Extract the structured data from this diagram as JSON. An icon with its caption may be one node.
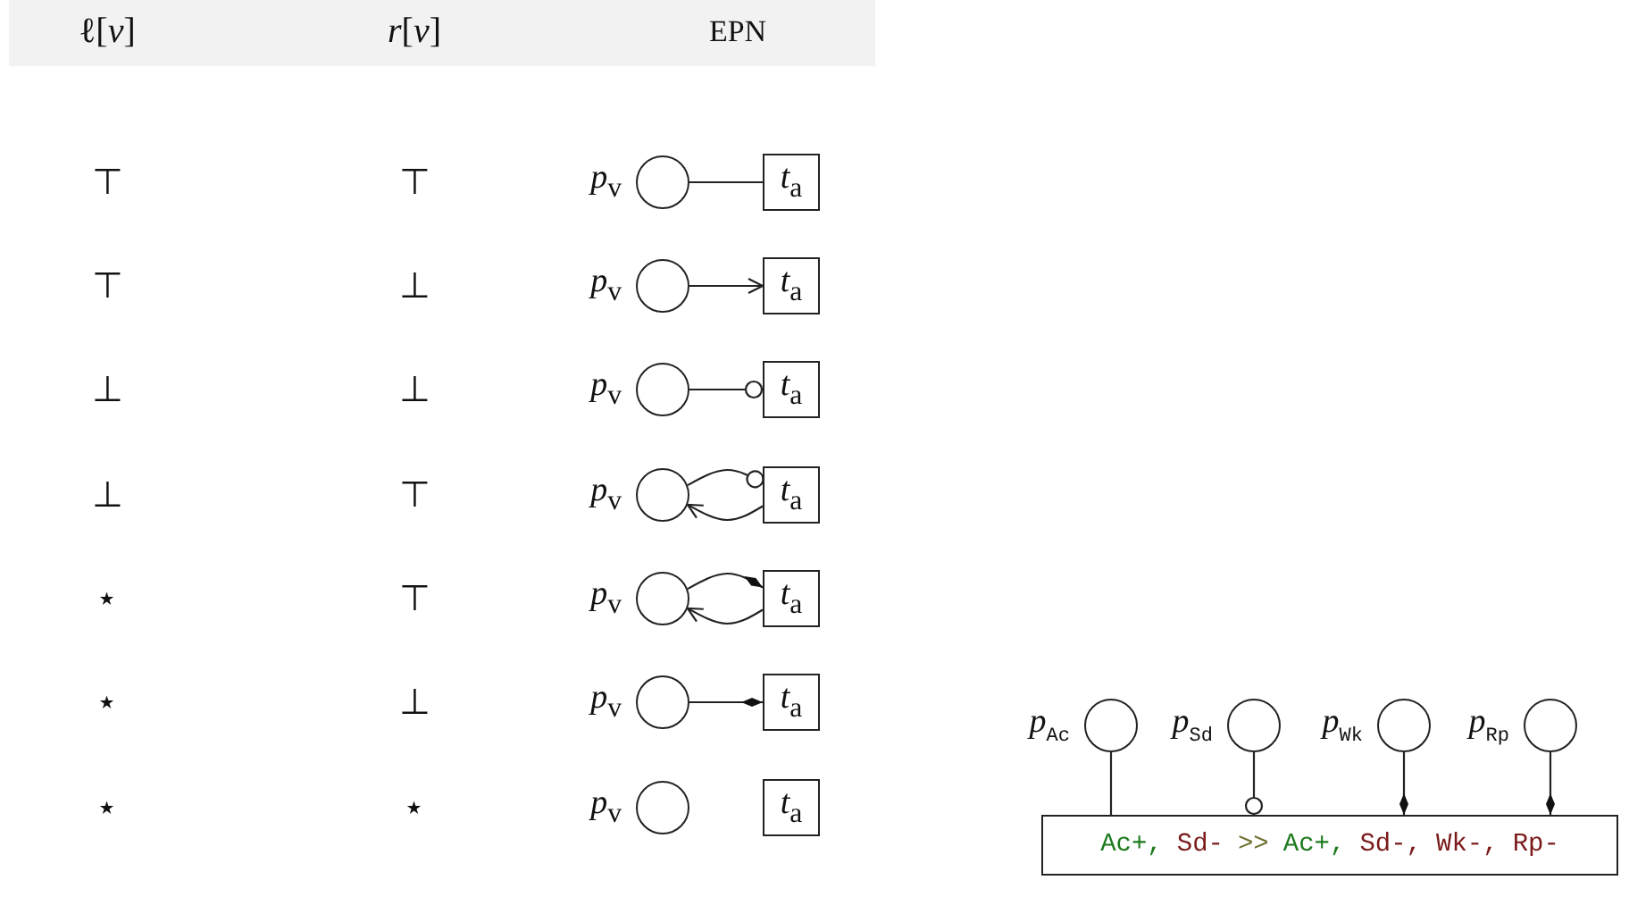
{
  "diagram": {
    "nodes": [
      {
        "text": [],
        "shape": "circle",
        "beside": [
          "*p*$_{v}$"
        ]
      },
      {
        "text": [
          "*t*$_{a}$"
        ]
      },
      {
        "text": [],
        "shape": "circle",
        "beside": [
          "*p*$_{v}$"
        ]
      },
      {
        "text": [
          "*t*$_{a}$"
        ]
      },
      {
        "text": [],
        "shape": "circle",
        "beside": [
          "*p*$_{v}$"
        ]
      },
      {
        "text": [
          "*t*$_{a}$"
        ]
      },
      {
        "text": [],
        "shape": "circle",
        "beside": [
          "*p*$_{v}$"
        ]
      },
      {
        "text": [
          "*t*$_{a}$"
        ]
      },
      {
        "text": [],
        "shape": "circle",
        "beside": [
          "*p*$_{v}$"
        ]
      },
      {
        "text": [
          "*t*$_{a}$"
        ]
      },
      {
        "text": [],
        "shape": "circle",
        "beside": [
          "*p*$_{v}$"
        ]
      },
      {
        "text": [
          "*t*$_{a}$"
        ]
      },
      {
        "text": [],
        "shape": "circle",
        "beside": [
          "*p*$_{v}$"
        ]
      },
      {
        "text": [
          "*t*$_{a}$"
        ]
      },
      {
        "text": [],
        "shape": "circle",
        "beside": [
          "*p*$_{Ac}$"
        ]
      },
      {
        "text": [],
        "shape": "circle",
        "beside": [
          "*p*$_{Sd}$"
        ]
      },
      {
        "text": [],
        "shape": "circle",
        "beside": [
          "*p*$_{Wk}$"
        ]
      },
      {
        "text": [],
        "shape": "circle",
        "beside": [
          "*p*$_{Rp}$"
        ]
      },
      {
        "text": [
          "Ac+,",
          "Sd-",
          ">>",
          "Ac+,",
          "Sd-,",
          "Wk-,",
          "Rp-"
        ]
      }
    ],
    "edges": [
      {
        "from": 0,
        "to": 1,
        "arrow": "none"
      },
      {
        "from": 2,
        "to": 3,
        "arrow": "to"
      },
      {
        "from": 4,
        "to": 5,
        "arrow": "other"
      },
      {
        "from": 6,
        "to": 7,
        "arrow": "other"
      },
      {
        "from": 7,
        "to": 6,
        "arrow": "to"
      },
      {
        "from": 8,
        "to": 9,
        "arrow": "other"
      },
      {
        "from": 9,
        "to": 8,
        "arrow": "to"
      },
      {
        "from": 10,
        "to": 11,
        "arrow": "other"
      },
      {
        "from": 14,
        "to": 18,
        "arrow": "none"
      },
      {
        "from": 15,
        "to": 18,
        "arrow": "other"
      },
      {
        "from": 16,
        "to": 18,
        "arrow": "other"
      },
      {
        "from": 17,
        "to": 18,
        "arrow": "other"
      }
    ],
    "labels": [
      "ℓ[*v*]",
      "*r*[*v*]",
      "EPN",
      "⊤",
      "⊤",
      "⊤",
      "⊥",
      "⊥",
      "⊥",
      "⊥",
      "⊤",
      "⋆",
      "⊤",
      "⋆",
      "⊥",
      "⋆",
      "⋆"
    ]
  }
}
